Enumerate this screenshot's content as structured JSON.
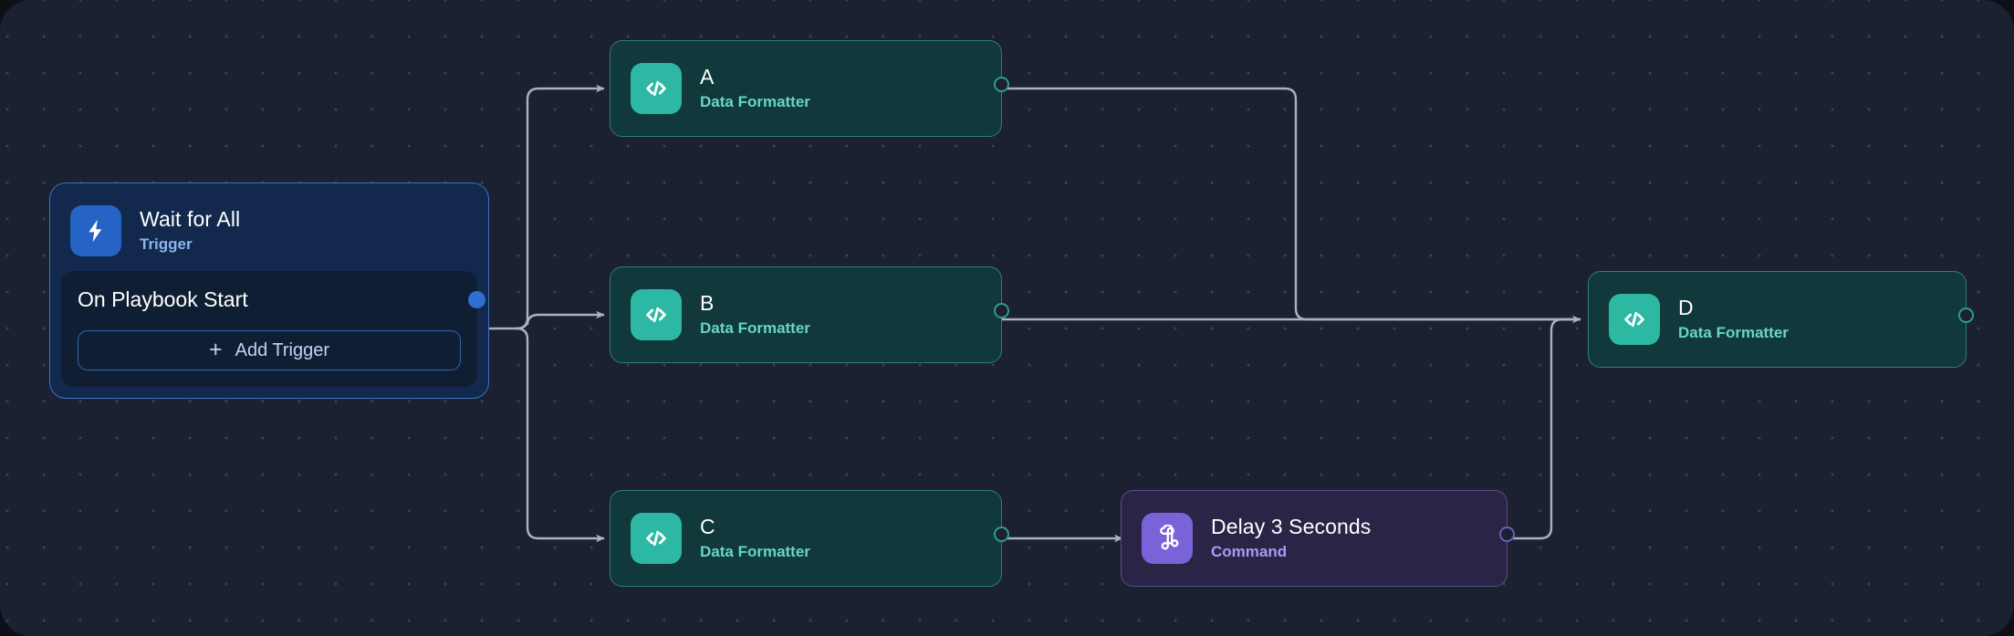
{
  "canvas": {
    "background_color": "#1b2130",
    "grid": "dot-grid",
    "edge_color": "#a8b2c4"
  },
  "trigger_node": {
    "title": "Wait for All",
    "subtitle": "Trigger",
    "icon": "lightning-bolt-icon",
    "accent_color": "#2563c4",
    "row_label": "On Playbook Start",
    "add_button_label": "Add Trigger",
    "add_button_plus": "+"
  },
  "nodes": [
    {
      "id": "A",
      "title": "A",
      "subtitle": "Data Formatter",
      "icon": "code-icon",
      "type": "formatter",
      "accent_color": "#2cb8a3"
    },
    {
      "id": "B",
      "title": "B",
      "subtitle": "Data Formatter",
      "icon": "code-icon",
      "type": "formatter",
      "accent_color": "#2cb8a3"
    },
    {
      "id": "C",
      "title": "C",
      "subtitle": "Data Formatter",
      "icon": "code-icon",
      "type": "formatter",
      "accent_color": "#2cb8a3"
    },
    {
      "id": "Delay",
      "title": "Delay 3 Seconds",
      "subtitle": "Command",
      "icon": "command-icon",
      "type": "command",
      "accent_color": "#7a63d8"
    },
    {
      "id": "D",
      "title": "D",
      "subtitle": "Data Formatter",
      "icon": "code-icon",
      "type": "formatter",
      "accent_color": "#2cb8a3"
    }
  ],
  "edges": [
    {
      "from": "On Playbook Start",
      "to": "A"
    },
    {
      "from": "On Playbook Start",
      "to": "B"
    },
    {
      "from": "On Playbook Start",
      "to": "C"
    },
    {
      "from": "A",
      "to": "D"
    },
    {
      "from": "B",
      "to": "D"
    },
    {
      "from": "C",
      "to": "Delay"
    },
    {
      "from": "Delay",
      "to": "D"
    }
  ]
}
